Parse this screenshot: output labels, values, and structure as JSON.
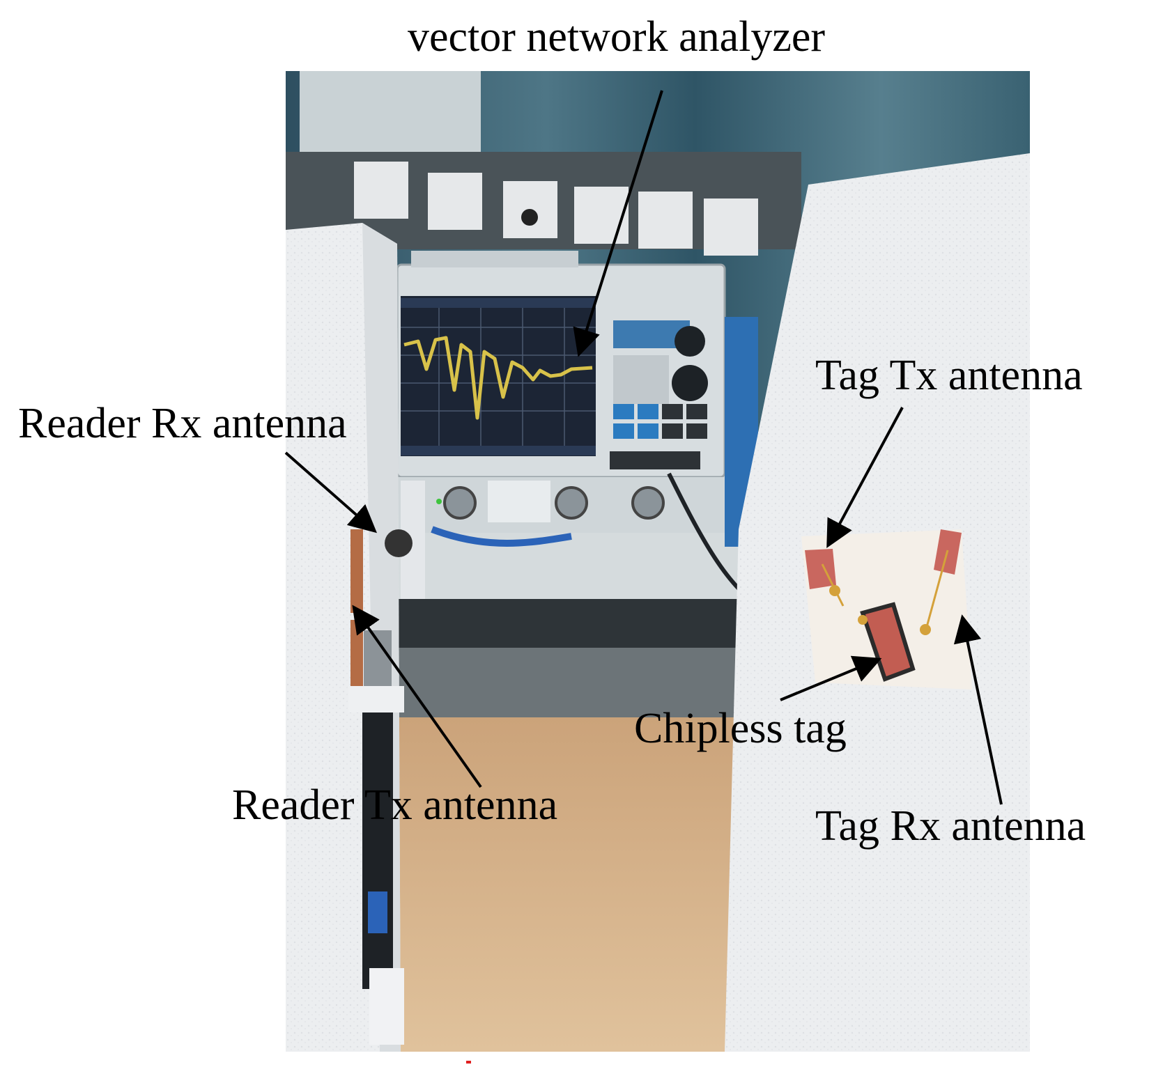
{
  "labels": {
    "vna": "vector network analyzer",
    "reader_rx": "Reader Rx antenna",
    "reader_tx": "Reader Tx antenna",
    "tag_tx": "Tag Tx antenna",
    "chipless": "Chipless tag",
    "tag_rx": "Tag Rx antenna"
  },
  "icons": {
    "arrow": "arrow-icon"
  },
  "colors": {
    "styrofoam": "#ecedef",
    "curtain": "#35596a",
    "desk": "#d7b58e",
    "vna_screen": "#1c2535",
    "trace": "#d8c24a",
    "tag_pad": "#c9675f",
    "cable_blue": "#2b63b8"
  }
}
